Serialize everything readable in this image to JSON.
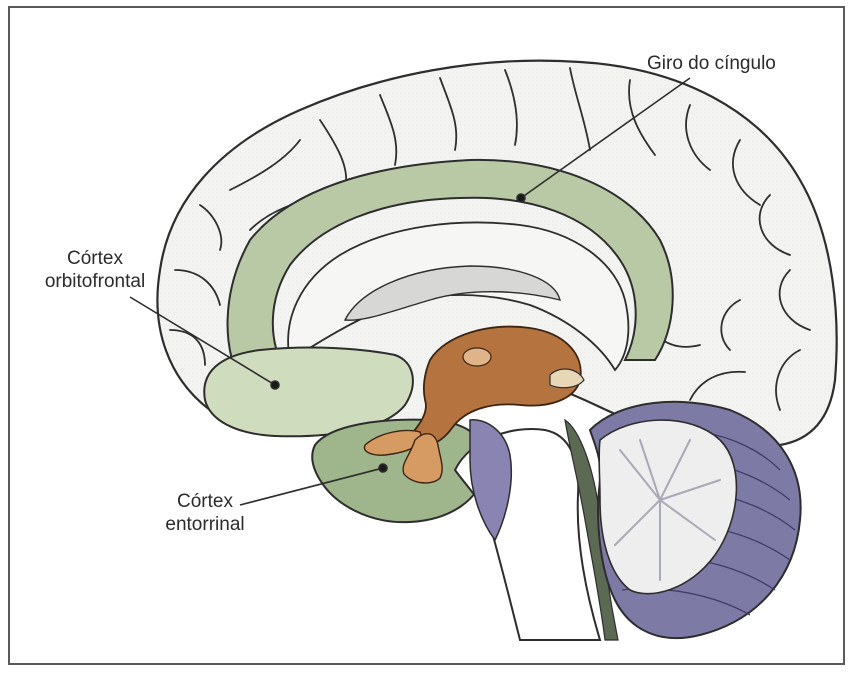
{
  "labels": {
    "cingulate": "Giro do cíngulo",
    "orbitofrontal_line1": "Córtex",
    "orbitofrontal_line2": "orbitofrontal",
    "entorhinal_line1": "Córtex",
    "entorhinal_line2": "entorrinal"
  },
  "colors": {
    "frame": "#5a5a5a",
    "cortex_white": "#f3f3f1",
    "sulcus_line": "#2d2d2d",
    "highlight_green": "#b9c9a6",
    "entorhinal_green": "#9fb58c",
    "brainstem_core": "#b5743f",
    "cerebellum_purple": "#7d7aa6",
    "brainstem_purple": "#8a84b2"
  }
}
